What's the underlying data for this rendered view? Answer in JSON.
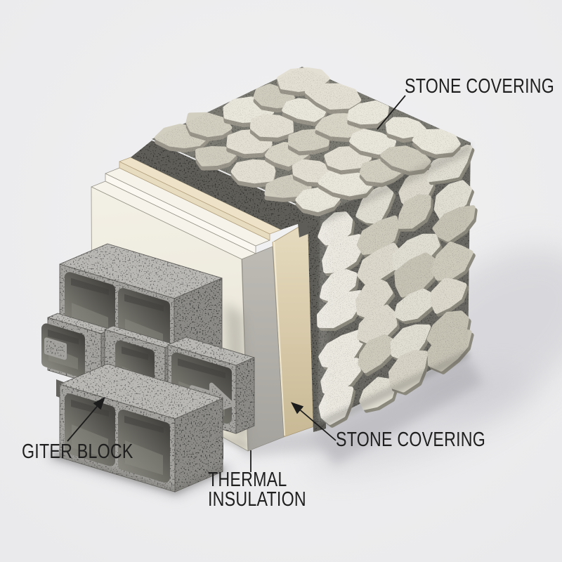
{
  "diagram": {
    "type": "isometric-wall-section",
    "parts": [
      "STONE COVERING",
      "THERMAL INSULATION",
      "GITER BLOCK"
    ]
  },
  "labels": {
    "stone_covering_top": {
      "text": "STONE COVERING"
    },
    "stone_covering_bottom": {
      "text": "STONE COVERING"
    },
    "thermal_insulation": {
      "line1": "THERMAL",
      "line2": "INSULATION"
    },
    "giter_block": {
      "text": "GITER BLOCK"
    }
  },
  "colors": {
    "background": "#f1f1f2",
    "background_edge": "#eaeaec",
    "label_text": "#1f1f1f",
    "leader_line": "#1c1c1c",
    "stone_palette_top": [
      "#e3dfd2",
      "#d8d4c6",
      "#cfcbbd",
      "#e9e6db",
      "#d2cec0"
    ],
    "stone_palette_front": [
      "#d6d2c5",
      "#cdc9bb",
      "#dcd8cc",
      "#c6c2b4",
      "#e0ddd2"
    ],
    "stone_highlight": "#eae8df",
    "stone_shadow_top": "#99958a",
    "stone_shadow_front": "#8b887d",
    "mortar_top": "#7c7b73",
    "mortar_front": "#696862",
    "mortar_band": "#5e5d57",
    "insulation_face_top": "#f3f0e6",
    "insulation_face_bottom": "#e8e4d5",
    "insulation_strip": "#f6f4ea",
    "insulation_lip": "#faf8f0",
    "insulation_side_top": "#bdbbb4",
    "insulation_side_bottom": "#a5a39d",
    "tan_top": "#eee3c9",
    "tan_lip": "#e8dcc0",
    "tan_face_top": "#e7dcc0",
    "tan_face_bottom": "#c9b995",
    "tan_edge_highlight": "#f4ecd7",
    "block_front": "#a3a29e",
    "block_top": "#b9b8b4",
    "block_side": "#8b8a86",
    "block_edge": "#5f5e5a",
    "hole_light": "#8e8d85",
    "hole_mid": "#6e6d66",
    "hole_dark": "#454440",
    "gap_dark": "#63625e",
    "shadow_soft": "#c5c5cb",
    "shadow_mid": "#a2a2a8"
  }
}
